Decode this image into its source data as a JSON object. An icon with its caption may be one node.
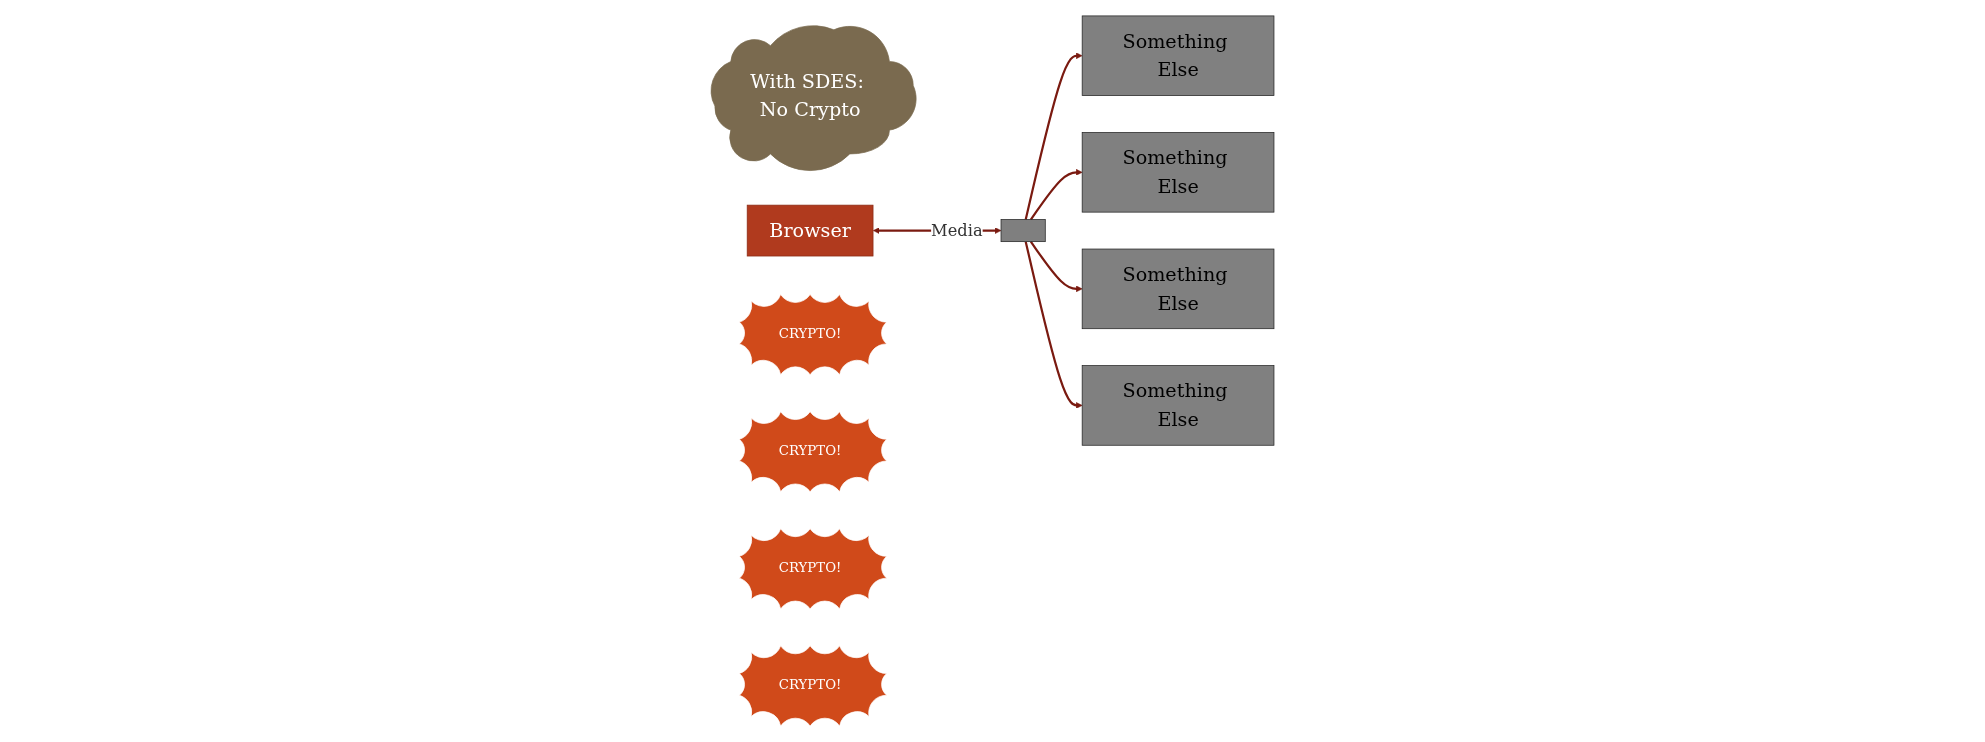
{
  "diagram": {
    "nodes": [
      {
        "text": [
          "With SDES: No Crypto"
        ]
      },
      {
        "text": [
          "Browser"
        ]
      },
      {
        "text": [],
        "shape": "box"
      },
      {
        "text": [
          "CRYPTO!"
        ]
      },
      {
        "text": [
          "CRYPTO!"
        ]
      },
      {
        "text": [
          "CRYPTO!"
        ]
      },
      {
        "text": [
          "CRYPTO!"
        ]
      },
      {
        "text": [
          "Something Else"
        ]
      },
      {
        "text": [
          "Something Else"
        ]
      },
      {
        "text": [
          "Something Else"
        ]
      },
      {
        "text": [
          "Something Else"
        ]
      }
    ],
    "edges": [
      {
        "from": 1,
        "to": 2,
        "arrow": "both",
        "label": "Media"
      },
      {
        "from": 2,
        "to": 7,
        "arrow": "to"
      },
      {
        "from": 2,
        "to": 8,
        "arrow": "to"
      },
      {
        "from": 2,
        "to": 9,
        "arrow": "to"
      },
      {
        "from": 2,
        "to": 10,
        "arrow": "to"
      }
    ]
  }
}
